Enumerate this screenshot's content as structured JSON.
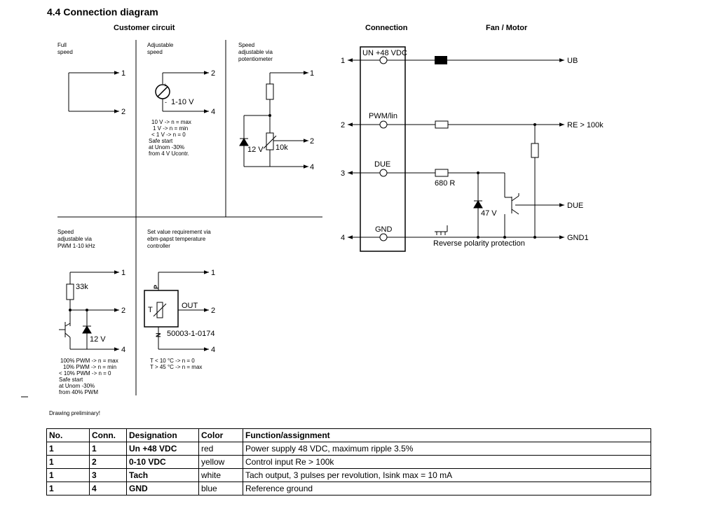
{
  "page": {
    "title": "4.4 Connection diagram",
    "customer_circuit": "Customer circuit",
    "connection": "Connection",
    "fan_motor": "Fan / Motor",
    "note": "Drawing preliminary!"
  },
  "circuits": {
    "full_speed": {
      "label": [
        "Full",
        "speed"
      ],
      "pin1": "1",
      "pin2": "2"
    },
    "adjustable": {
      "label": [
        "Adjustable",
        "speed"
      ],
      "source": "1-10 V",
      "plus": "+",
      "minus": "-",
      "pin2": "2",
      "pin4": "4",
      "notes": [
        "10 V -> n = max",
        "1 V -> n = min",
        "< 1 V -> n = 0",
        "Safe start",
        "at Unom -30%",
        "from 4 V Ucontr."
      ]
    },
    "potentiometer": {
      "label": [
        "Speed",
        "adjustable via",
        "potentiometer"
      ],
      "zener": "12 V",
      "pot": "10k",
      "pin1": "1",
      "pin2": "2",
      "pin4": "4"
    },
    "pwm": {
      "label": [
        "Speed",
        "adjustable via",
        "PWM 1-10 kHz"
      ],
      "resistor": "33k",
      "zener": "12 V",
      "pin1": "1",
      "pin2": "2",
      "pin4": "4",
      "notes": [
        "100% PWM -> n = max",
        "10% PWM -> n = min",
        "< 10% PWM -> n = 0",
        "Safe start",
        "at Unom -30%",
        "from 40% PWM"
      ]
    },
    "controller": {
      "label": [
        "Set value requirement via",
        "ebm-papst temperature",
        "controller"
      ],
      "p": "P",
      "n": "N",
      "t": "T",
      "out": "OUT",
      "part": "50003-1-0174",
      "pin1": "1",
      "pin2": "2",
      "pin4": "4",
      "notes": [
        "T < 10 °C -> n = 0",
        "T > 45 °C -> n = max"
      ]
    }
  },
  "connection": {
    "pins": [
      {
        "num": "1",
        "name": "UN +48 VDC",
        "target": "UB"
      },
      {
        "num": "2",
        "name": "PWM/lin",
        "target": "RE > 100k"
      },
      {
        "num": "3",
        "name": "DUE",
        "target": "DUE"
      },
      {
        "num": "4",
        "name": "GND",
        "target": "GND1"
      }
    ],
    "resistor": "680 R",
    "zener": "47 V",
    "reverse": "Reverse polarity protection"
  },
  "table": {
    "headers": [
      "No.",
      "Conn.",
      "Designation",
      "Color",
      "Function/assignment"
    ],
    "rows": [
      [
        "1",
        "1",
        "Un +48 VDC",
        "red",
        "Power supply 48 VDC, maximum ripple 3.5%"
      ],
      [
        "1",
        "2",
        "0-10 VDC",
        "yellow",
        "Control input Re > 100k"
      ],
      [
        "1",
        "3",
        "Tach",
        "white",
        "Tach output, 3 pulses per revolution, Isink max = 10 mA"
      ],
      [
        "1",
        "4",
        "GND",
        "blue",
        "Reference ground"
      ]
    ]
  }
}
